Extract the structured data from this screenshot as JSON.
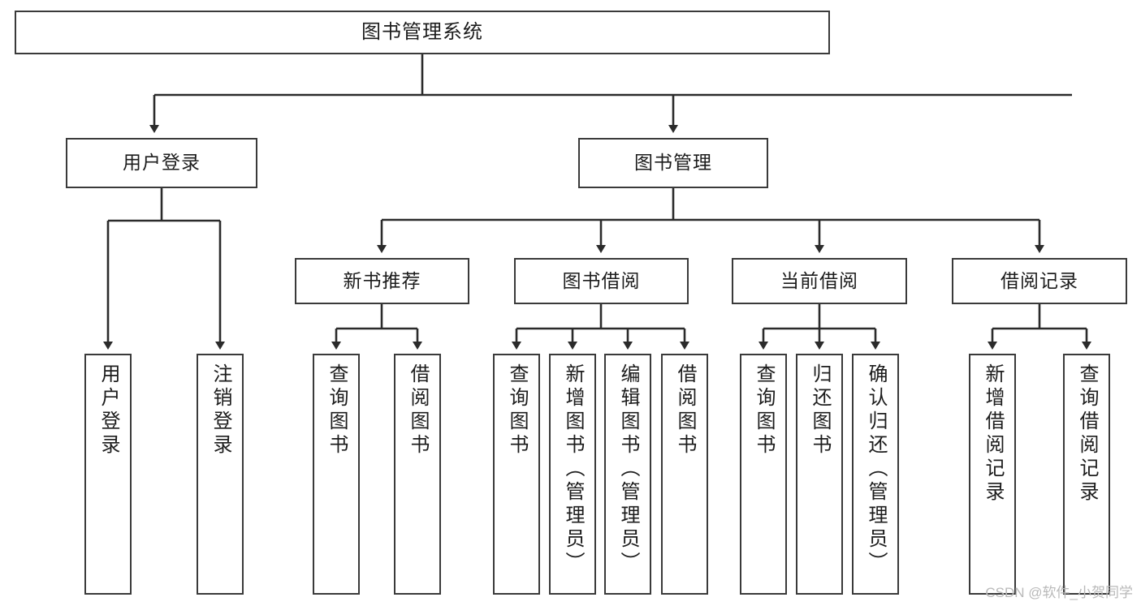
{
  "diagram": {
    "title": "图书管理系统",
    "type": "tree",
    "root": {
      "label": "图书管理系统"
    },
    "level2": [
      {
        "label": "用户登录"
      },
      {
        "label": "图书管理"
      }
    ],
    "level3": [
      {
        "label": "新书推荐"
      },
      {
        "label": "图书借阅"
      },
      {
        "label": "当前借阅"
      },
      {
        "label": "借阅记录"
      }
    ],
    "leaves": {
      "user_login": [
        {
          "label": "用户登录"
        },
        {
          "label": "注销登录"
        }
      ],
      "new_book_recommend": [
        {
          "label": "查询图书"
        },
        {
          "label": "借阅图书"
        }
      ],
      "book_borrow": [
        {
          "label": "查询图书"
        },
        {
          "label": "新增图书（管理员）"
        },
        {
          "label": "编辑图书（管理员）"
        },
        {
          "label": "借阅图书"
        }
      ],
      "current_borrow": [
        {
          "label": "查询图书"
        },
        {
          "label": "归还图书"
        },
        {
          "label": "确认归还（管理员）"
        }
      ],
      "borrow_record": [
        {
          "label": "新增借阅记录"
        },
        {
          "label": "查询借阅记录"
        }
      ]
    }
  },
  "watermark": {
    "text": "CSDN @软件_小贺同学"
  },
  "colors": {
    "border": "#3a3a3a",
    "text": "#1c1c1c",
    "background": "#ffffff",
    "watermark": "#b9b9b9"
  }
}
